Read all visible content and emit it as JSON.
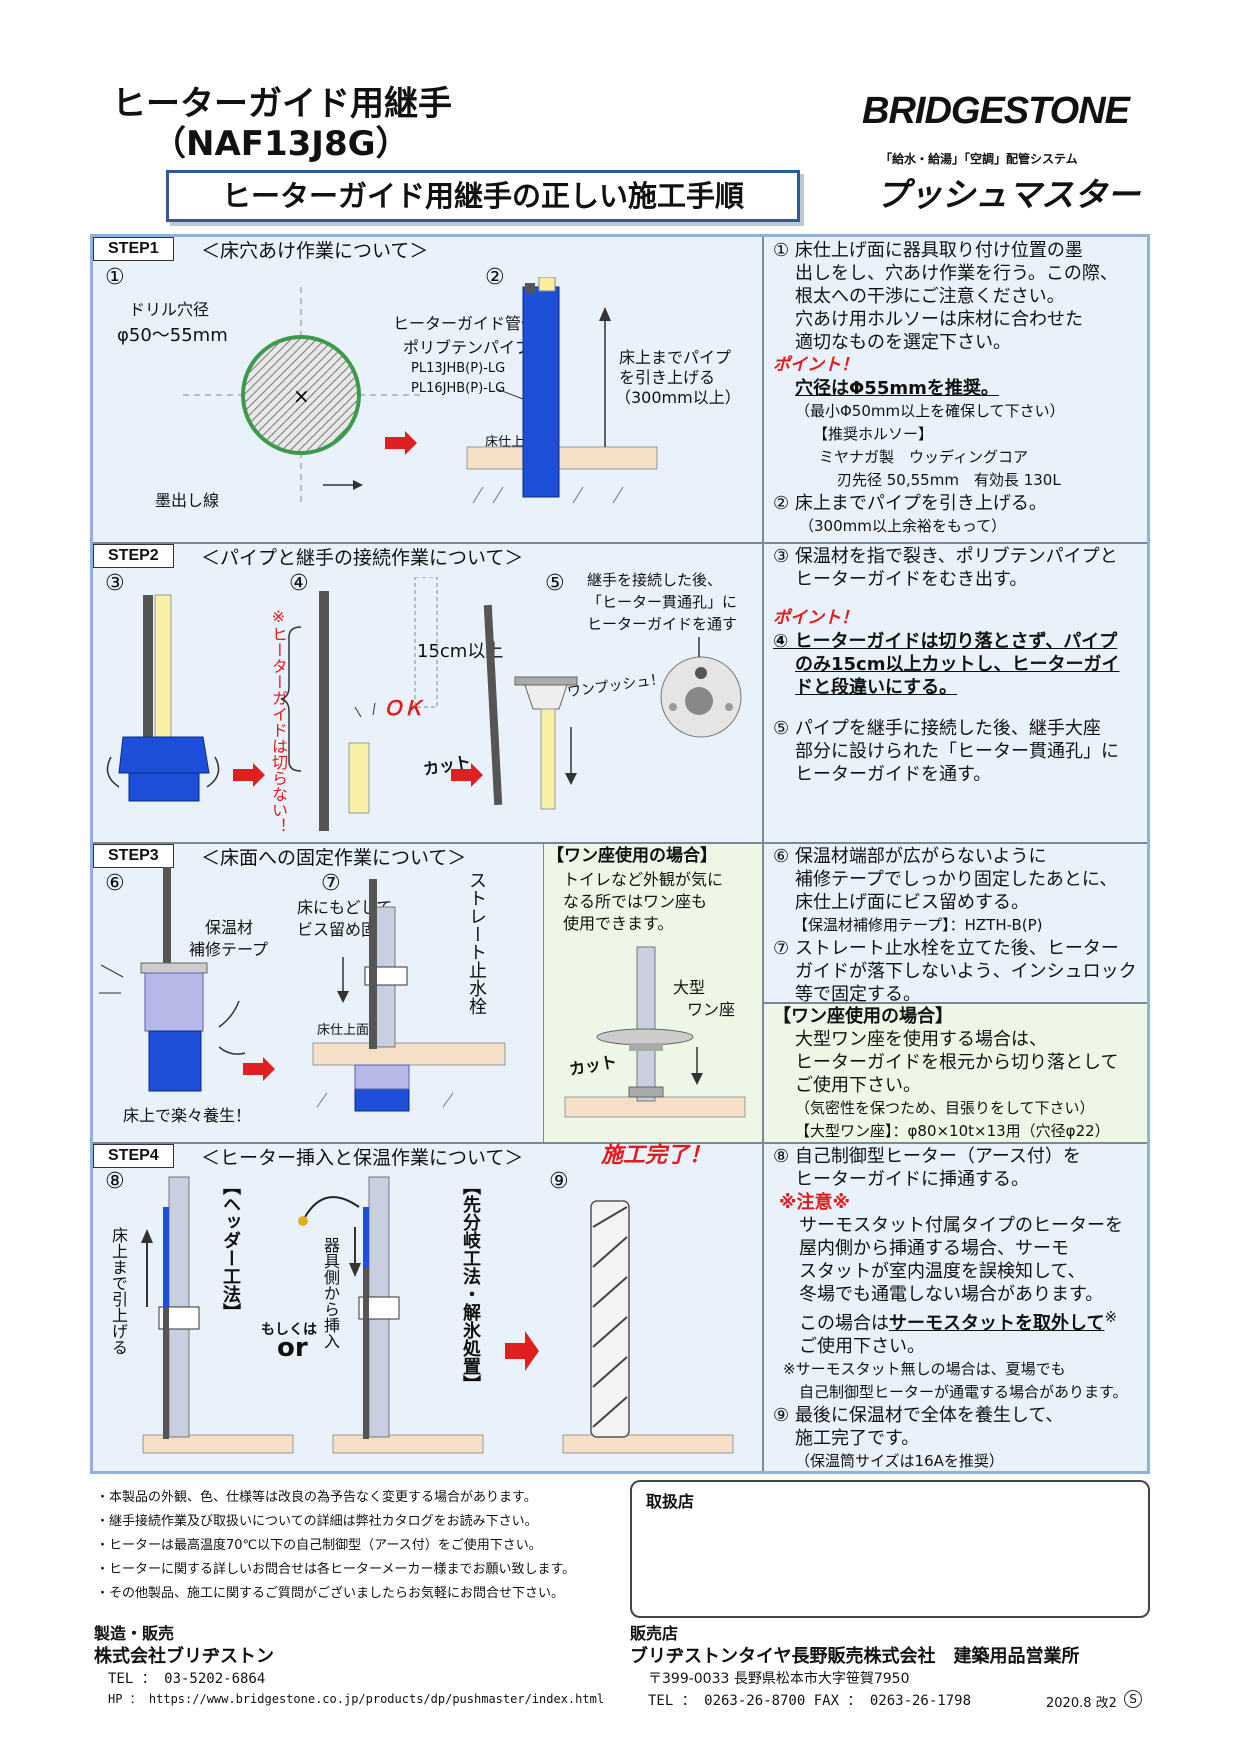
{
  "header": {
    "title_line1": "ヒーターガイド用継手",
    "title_line2": "（NAF13J8G）",
    "banner": "ヒーターガイド用継手の正しい施工手順",
    "brand": "BRIDGESTONE",
    "brand_sub": "「給水・給湯」「空調」配管システム",
    "brand_system": "プッシュマスター"
  },
  "step1": {
    "label": "STEP1",
    "heading": "＜床穴あけ作業について＞",
    "n1": "①",
    "n2": "②",
    "drill_label": "ドリル穴径",
    "drill_size": "φ50～55mm",
    "mark_line": "墨出し線",
    "pipe_label1": "ヒーターガイド管付",
    "pipe_label2": "ポリブテンパイプ",
    "pipe_code1": "PL13JHB(P)-LG",
    "pipe_code2": "PL16JHB(P)-LG",
    "floor_label": "床仕上面",
    "pull_label1": "床上までパイプ",
    "pull_label2": "を引き上げる",
    "pull_label3": "（300mm以上）"
  },
  "step2": {
    "label": "STEP2",
    "heading": "＜パイプと継手の接続作業について＞",
    "n3": "③",
    "n4": "④",
    "n5": "⑤",
    "note_vertical": "※ヒーターガイドは切らない！",
    "length": "15cm以上",
    "ok": "ＯＫ",
    "cut": "カット",
    "one_push": "ワンプッシュ！",
    "callout1": "継手を接続した後、",
    "callout2": "「ヒーター貫通孔」に",
    "callout3": "ヒーターガイドを通す"
  },
  "step3": {
    "label": "STEP3",
    "heading": "＜床面への固定作業について＞",
    "n6": "⑥",
    "n7": "⑦",
    "insul1": "保温材",
    "insul2": "補修テープ",
    "fix1": "床にもどして",
    "fix2": "ビス留め固定",
    "floor_label": "床仕上面",
    "straight": "ストレート止水栓",
    "easy": "床上で楽々養生！",
    "wan_head": "【ワン座使用の場合】",
    "wan1": "トイレなど外観が気に",
    "wan2": "なる所ではワン座も",
    "wan3": "使用できます。",
    "large1": "大型",
    "large2": "ワン座",
    "cut": "カット"
  },
  "step4": {
    "label": "STEP4",
    "heading": "＜ヒーター挿入と保温作業について＞",
    "done": "施工完了！",
    "n8": "⑧",
    "n9": "⑨",
    "pull_up": "床上まで引上げる",
    "header_method": "【ヘッダー工法】",
    "or_small": "もしくは",
    "or": "or",
    "from_fixture": "器具側から挿入",
    "branch_method": "【先分岐工法・解氷処置】"
  },
  "right": {
    "r1_1": "① 床仕上げ面に器具取り付け位置の墨",
    "r1_2": "出しをし、穴あけ作業を行う。この際、",
    "r1_3": "根太への干渉にご注意ください。",
    "r1_4": "穴あけ用ホルソーは床材に合わせた",
    "r1_5": "適切なものを選定下さい。",
    "point": "ポイント！",
    "p1": "穴径はΦ55mmを推奨。",
    "p1b": "（最小Φ50mm以上を確保して下さい）",
    "hs_head": "【推奨ホルソー】",
    "hs1": "ミヤナガ製　ウッディングコア",
    "hs2": "刃先径 50,55mm　有効長 130L",
    "r2": "② 床上までパイプを引き上げる。",
    "r2b": "（300mm以上余裕をもって）",
    "r3_1": "③ 保温材を指で裂き、ポリブテンパイプと",
    "r3_2": "ヒーターガイドをむき出す。",
    "point2": "ポイント！",
    "r4_1": "④ ヒーターガイドは切り落とさず、パイプ",
    "r4_2": "のみ15cm以上カットし、ヒーターガイ",
    "r4_3": "ドと段違いにする。",
    "r5_1": "⑤ パイプを継手に接続した後、継手大座",
    "r5_2": "部分に設けられた「ヒーター貫通孔」に",
    "r5_3": "ヒーターガイドを通す。",
    "r6_1": "⑥ 保温材端部が広がらないように",
    "r6_2": "補修テープでしっかり固定したあとに、",
    "r6_3": "床仕上げ面にビス留めする。",
    "r6_4": "【保温材補修用テープ】：HZTH-B(P)",
    "r7_1": "⑦ ストレート止水栓を立てた後、ヒーター",
    "r7_2": "ガイドが落下しないよう、インシュロック",
    "r7_3": "等で固定する。",
    "wz_head": "【ワン座使用の場合】",
    "wz1": "大型ワン座を使用する場合は、",
    "wz2": "ヒーターガイドを根元から切り落として",
    "wz3": "ご使用下さい。",
    "wz4": "（気密性を保つため、目張りをして下さい）",
    "wz5": "【大型ワン座】：φ80×10t×13用（穴径φ22）",
    "r8_1": "⑧ 自己制御型ヒーター（アース付）を",
    "r8_2": "ヒーターガイドに挿通する。",
    "caution": "※注意※",
    "c1": "サーモスタット付属タイプのヒーターを",
    "c2": "屋内側から挿通する場合、サーモ",
    "c3": "スタットが室内温度を誤検知して、",
    "c4": "冬場でも通電しない場合があります。",
    "c5a": "この場合は",
    "c5b": "サーモスタットを取外して",
    "c5c": "※",
    "c6": "ご使用下さい。",
    "c7": "※サーモスタット無しの場合は、夏場でも",
    "c8": "自己制御型ヒーターが通電する場合があります。",
    "r9_1": "⑨ 最後に保温材で全体を養生して、",
    "r9_2": "施工完了です。",
    "r9_3": "（保温筒サイズは16Aを推奨）"
  },
  "footer": {
    "notes": [
      "・本製品の外観、色、仕様等は改良の為予告なく変更する場合があります。",
      "・継手接続作業及び取扱いについての詳細は弊社カタログをお読み下さい。",
      "・ヒーターは最高温度70℃以下の自己制御型（アース付）をご使用下さい。",
      "・ヒーターに関する詳しいお問合せは各ヒーターメーカー様までお願い致します。",
      "・その他製品、施工に関するご質問がございましたらお気軽にお問合せ下さい。"
    ],
    "store_label": "取扱店",
    "maker_head": "製造・販売",
    "maker_name": "株式会社ブリヂストン",
    "maker_tel": "TEL ： 03-5202-6864",
    "maker_hp": "HP ： https://www.bridgestone.co.jp/products/dp/pushmaster/index.html",
    "seller_head": "販売店",
    "seller_name": "ブリヂストンタイヤ長野販売株式会社　建築用品営業所",
    "seller_addr": "〒399-0033 長野県松本市大字笹賀7950",
    "seller_tel": "TEL ： 0263-26-8700 FAX ： 0263-26-1798",
    "date": "2020.8 改2",
    "mark": "S"
  }
}
